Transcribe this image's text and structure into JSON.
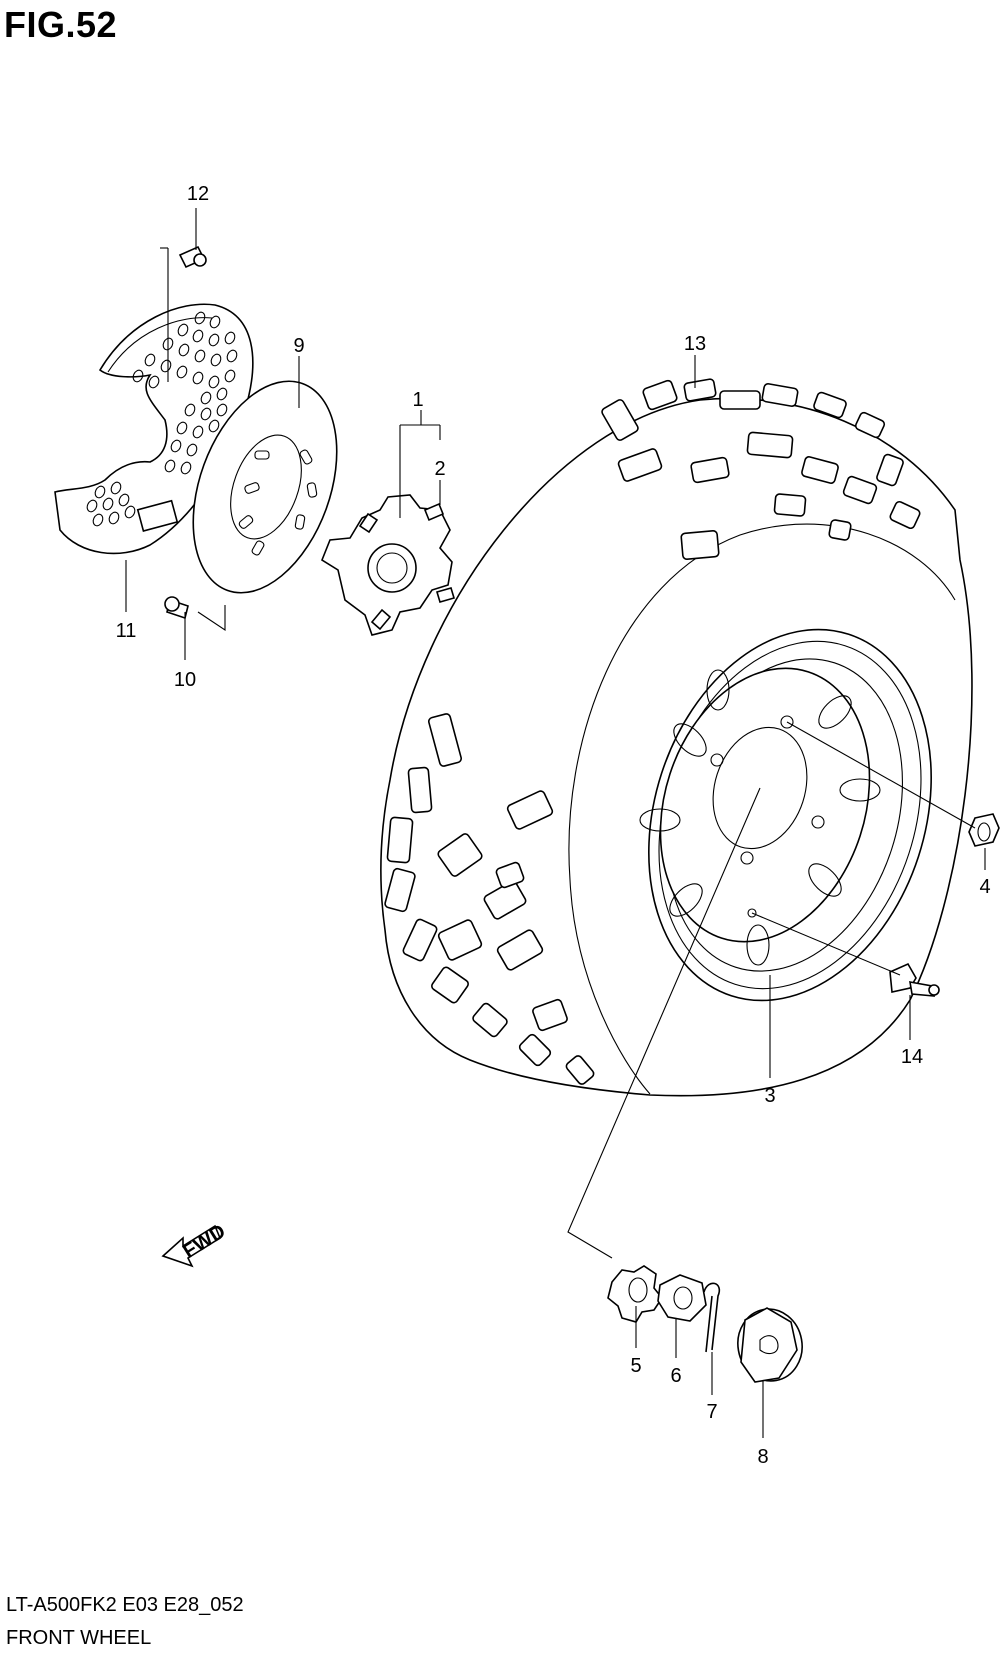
{
  "header": {
    "title": "FIG.52"
  },
  "footer": {
    "model_code": "LT-A500FK2 E03 E28_052",
    "section_name": "FRONT WHEEL"
  },
  "fwd_marker": {
    "label": "FWD"
  },
  "callouts": [
    {
      "id": "1",
      "label": "1"
    },
    {
      "id": "2",
      "label": "2"
    },
    {
      "id": "3",
      "label": "3"
    },
    {
      "id": "4",
      "label": "4"
    },
    {
      "id": "5",
      "label": "5"
    },
    {
      "id": "6",
      "label": "6"
    },
    {
      "id": "7",
      "label": "7"
    },
    {
      "id": "8",
      "label": "8"
    },
    {
      "id": "9",
      "label": "9"
    },
    {
      "id": "10",
      "label": "10"
    },
    {
      "id": "11",
      "label": "11"
    },
    {
      "id": "12",
      "label": "12"
    },
    {
      "id": "13",
      "label": "13"
    },
    {
      "id": "14",
      "label": "14"
    }
  ]
}
